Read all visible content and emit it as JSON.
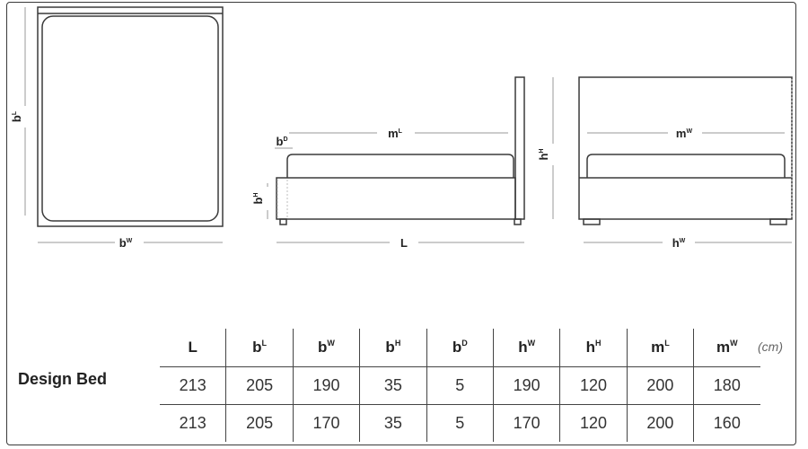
{
  "drawing": {
    "top_view": {
      "length_base": "b",
      "length_sup": "L",
      "width_base": "b",
      "width_sup": "W"
    },
    "side_view": {
      "mattress_base": "m",
      "mattress_sup": "L",
      "depth_base": "b",
      "depth_sup": "D",
      "height_base": "b",
      "height_sup": "H",
      "length": "L"
    },
    "front_view": {
      "mattress_base": "m",
      "mattress_sup": "W",
      "headboard_height_base": "h",
      "headboard_height_sup": "H",
      "headboard_width_base": "h",
      "headboard_width_sup": "W"
    }
  },
  "table": {
    "product": "Design Bed",
    "unit": "(cm)",
    "headers": [
      {
        "base": "L",
        "sup": ""
      },
      {
        "base": "b",
        "sup": "L"
      },
      {
        "base": "b",
        "sup": "W"
      },
      {
        "base": "b",
        "sup": "H"
      },
      {
        "base": "b",
        "sup": "D"
      },
      {
        "base": "h",
        "sup": "W"
      },
      {
        "base": "h",
        "sup": "H"
      },
      {
        "base": "m",
        "sup": "L"
      },
      {
        "base": "m",
        "sup": "W"
      }
    ],
    "rows": [
      [
        "213",
        "205",
        "190",
        "35",
        "5",
        "190",
        "120",
        "200",
        "180"
      ],
      [
        "213",
        "205",
        "170",
        "35",
        "5",
        "170",
        "120",
        "200",
        "160"
      ]
    ]
  }
}
